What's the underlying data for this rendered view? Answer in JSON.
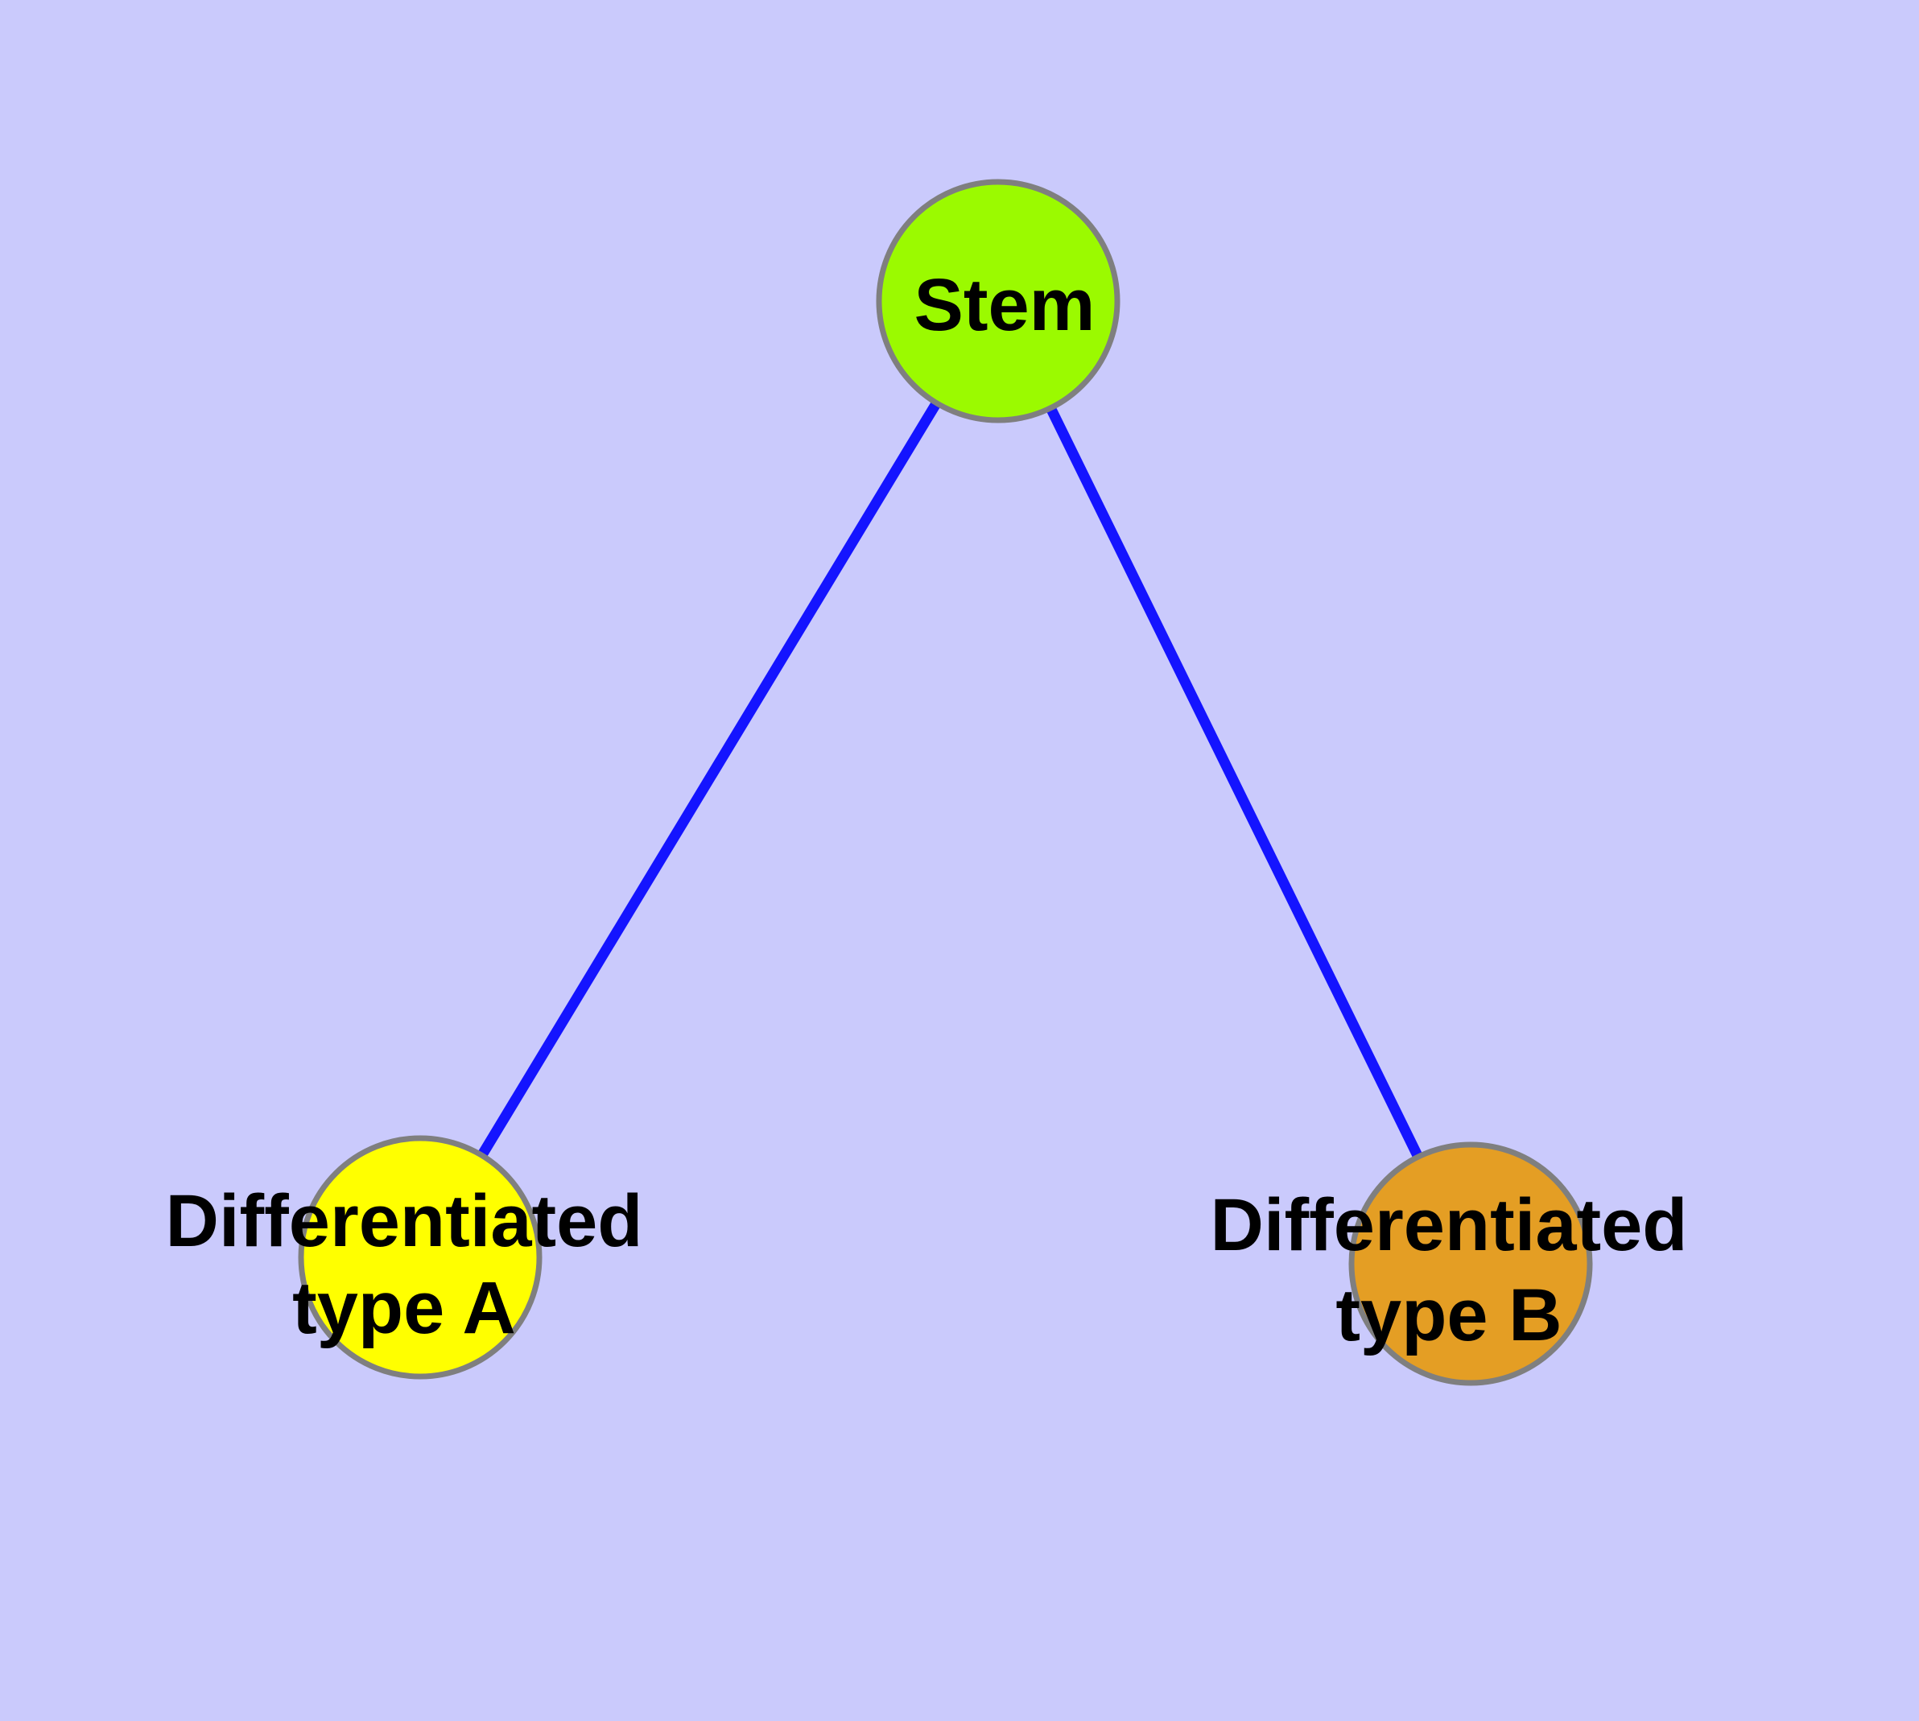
{
  "diagram": {
    "type": "node-link-graph",
    "background_color": "#cacafc",
    "node_border_color": "#7f7f7f",
    "edge_color": "#1414ff",
    "label_color": "#000000",
    "nodes": [
      {
        "id": "stem",
        "label": "Stem",
        "label_lines": [
          "Stem"
        ],
        "fill": "#9bfa00"
      },
      {
        "id": "differentiated-type-a",
        "label": "Differentiated type A",
        "label_lines": [
          "Differentiated",
          "type A"
        ],
        "fill": "#ffff00"
      },
      {
        "id": "differentiated-type-b",
        "label": "Differentiated type B",
        "label_lines": [
          "Differentiated",
          "type B"
        ],
        "fill": "#e49e24"
      }
    ],
    "edges": [
      {
        "from": "stem",
        "to": "differentiated-type-a"
      },
      {
        "from": "stem",
        "to": "differentiated-type-b"
      }
    ]
  }
}
